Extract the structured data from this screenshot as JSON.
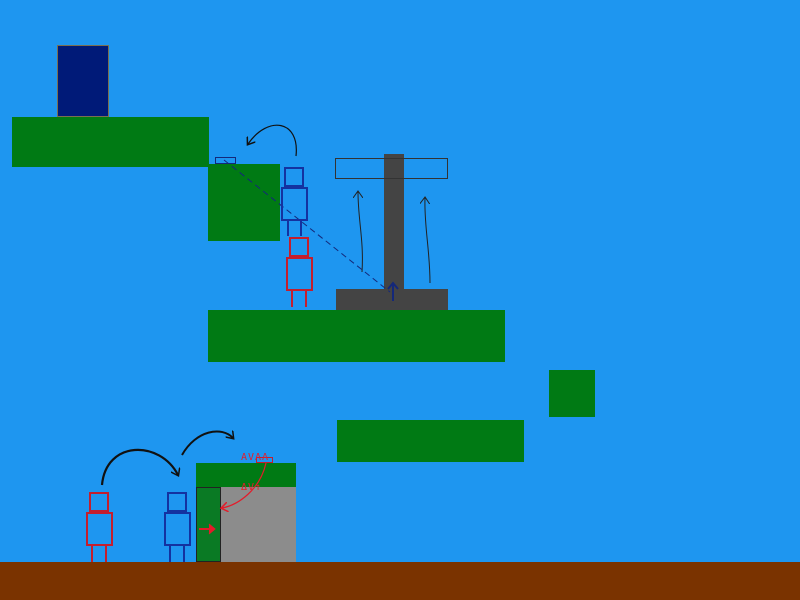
{
  "scene": {
    "type": "puzzle-platformer-sketch",
    "colors": {
      "sky": "#1e96f0",
      "platform": "#007a14",
      "ground": "#7a3300",
      "exit_door": "#001a78",
      "machine": "#444444",
      "wall": "#8c8c8c",
      "blue_character": "#1432a0",
      "red_character": "#c41e2e",
      "arrow_dark": "#1a1a1a",
      "dashed_line": "#14287a"
    },
    "characters": [
      {
        "name": "red-character-bottom",
        "color": "red"
      },
      {
        "name": "blue-character-bottom",
        "color": "blue"
      },
      {
        "name": "blue-character-top",
        "color": "blue"
      },
      {
        "name": "red-character-top",
        "color": "red"
      }
    ],
    "icons": [
      "curved-arrow-icon",
      "up-arrow-icon",
      "right-arrow-icon",
      "dashed-line-icon"
    ],
    "annotation": {
      "line1": "AVAA",
      "line2": "ΔV↑"
    }
  }
}
